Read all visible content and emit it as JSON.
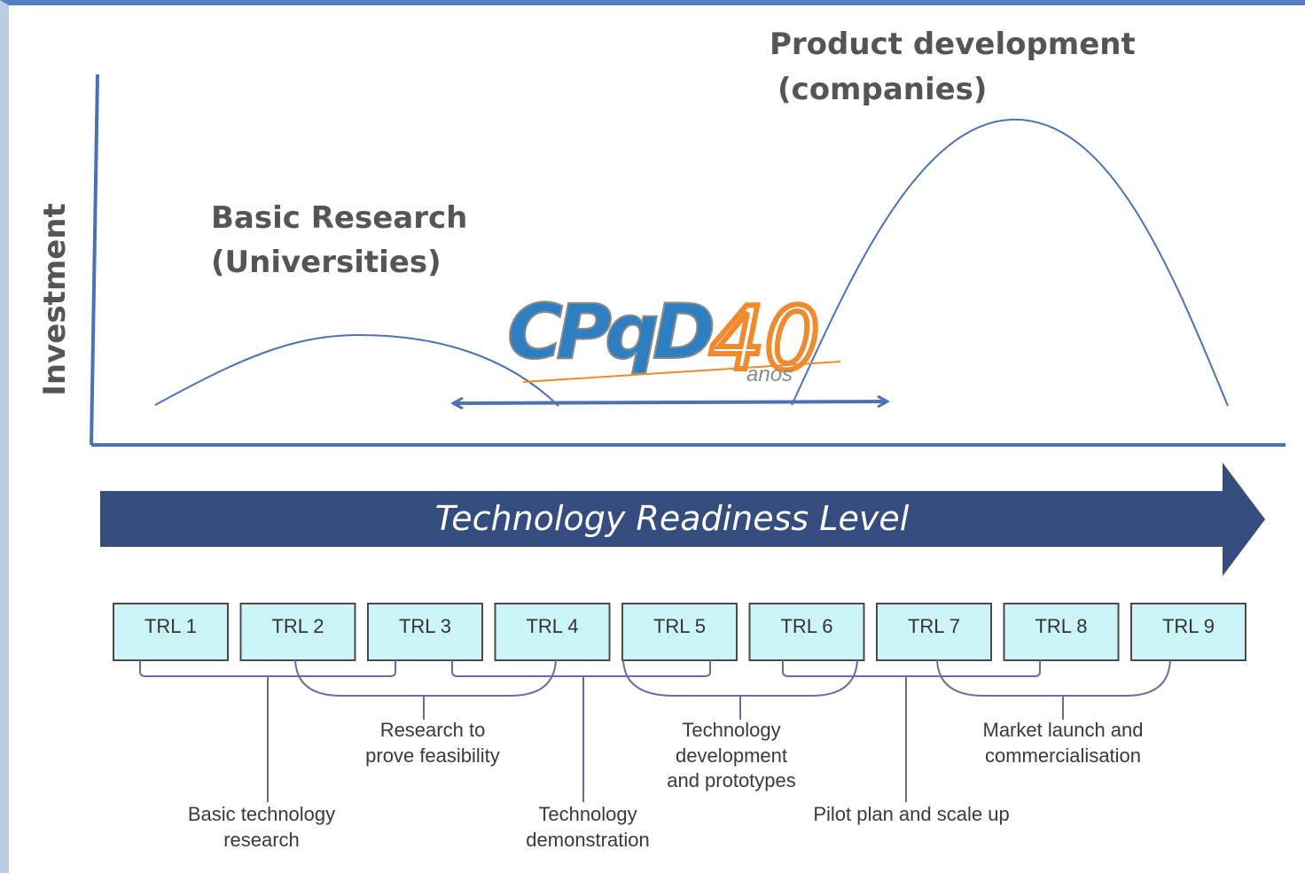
{
  "axis": {
    "ylabel": "Investment"
  },
  "regions": {
    "basic_research": {
      "line1": "Basic Research",
      "line2": "(Universities)"
    },
    "product_development": {
      "line1": "Product development",
      "line2": "(companies)"
    }
  },
  "logo": {
    "mark": "CPqD",
    "number": "40",
    "sub": "anos"
  },
  "banner": {
    "label": "Technology Readiness Level"
  },
  "trl_boxes": [
    "TRL 1",
    "TRL 2",
    "TRL 3",
    "TRL 4",
    "TRL 5",
    "TRL 6",
    "TRL 7",
    "TRL 8",
    "TRL 9"
  ],
  "stages": {
    "research_to_prove": [
      "Research to",
      "prove feasibility"
    ],
    "tech_development": [
      "Technology",
      "development",
      "and prototypes"
    ],
    "market_launch": [
      "Market launch and",
      "commercialisation"
    ],
    "basic_tech_research": [
      "Basic technology",
      "research"
    ],
    "tech_demonstration": [
      "Technology",
      "demonstration"
    ],
    "pilot_plan": [
      "Pilot plan and scale up"
    ]
  },
  "colors": {
    "curve": "#4a72b4",
    "axis": "#4a72b4",
    "banner": "#344d7e",
    "trl_fill": "#ccf5f8",
    "bracket": "#6e6aa8",
    "logo_gray": "#8a8a8a",
    "logo_blue": "#2d7fc1",
    "logo_orange": "#ef8a2e"
  }
}
